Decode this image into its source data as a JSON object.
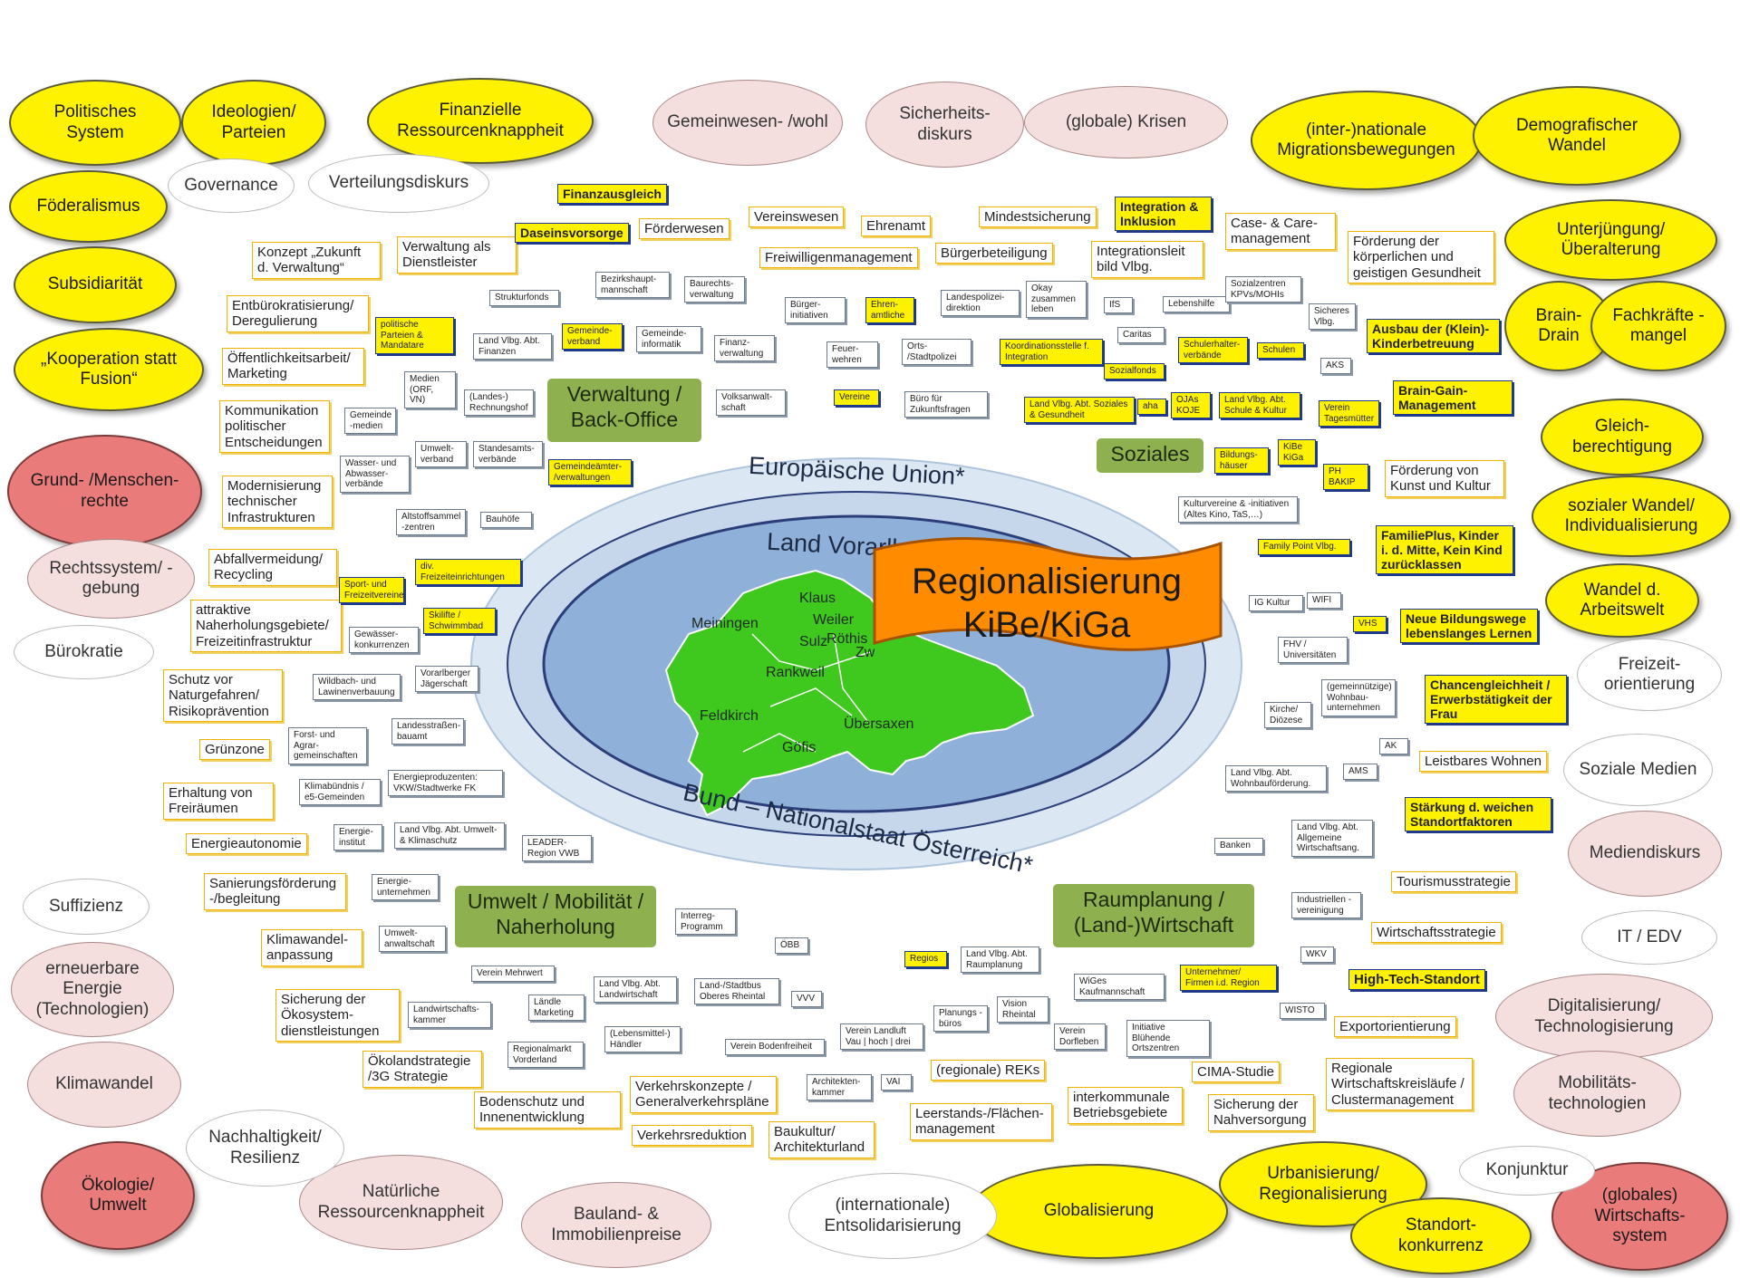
{
  "center": {
    "title_line1": "Regionalisierung",
    "title_line2": "KiBe/KiGa"
  },
  "rings": {
    "outer": "Europäische Union*",
    "middle": "Land Vorarlberg*",
    "bottom": "Bund – Nationalstaat Österreich*"
  },
  "towns": [
    "Klaus",
    "Weiler",
    "Meiningen",
    "Sulz",
    "Röthis",
    "Zw",
    "Rankweil",
    "Feldkirch",
    "Göfis",
    "Übersaxen"
  ],
  "sectors": {
    "verwaltung": "Verwaltung / Back-Office",
    "soziales": "Soziales",
    "umwelt": "Umwelt / Mobilität / Naherholung",
    "raumplanung": "Raumplanung / (Land-)Wirtschaft"
  },
  "clouds": {
    "politisches_system": "Politisches System",
    "ideologien": "Ideologien/ Parteien",
    "finanzielle": "Finanzielle Ressourcenknappheit",
    "gemeinwesen": "Gemeinwesen- /wohl",
    "sicherheit": "Sicherheits- diskurs",
    "krisen": "(globale) Krisen",
    "migration": "(inter-)nationale Migrationsbewegungen",
    "demografie": "Demografischer Wandel",
    "governance": "Governance",
    "verteilung": "Verteilungsdiskurs",
    "foederalismus": "Föderalismus",
    "subsidiaritaet": "Subsidiarität",
    "kooperation": "„Kooperation statt Fusion“",
    "unterjuengung": "Unterjüngung/ Überalterung",
    "brain_drain": "Brain- Drain",
    "fachkraefte": "Fachkräfte -mangel",
    "menschenrechte": "Grund- /Menschen- rechte",
    "rechtssystem": "Rechtssystem/ -gebung",
    "buerokratie": "Bürokratie",
    "gleichberechtigung": "Gleich- berechtigung",
    "sozialer_wandel": "sozialer Wandel/ Individualisierung",
    "arbeitswelt": "Wandel d. Arbeitswelt",
    "freizeit": "Freizeit- orientierung",
    "soziale_medien": "Soziale Medien",
    "mediendiskurs": "Mediendiskurs",
    "it_edv": "IT / EDV",
    "suffizienz": "Suffizienz",
    "erneuerbare": "erneuerbare Energie (Technologien)",
    "klimawandel": "Klimawandel",
    "nachhaltigkeit": "Nachhaltigkeit/ Resilienz",
    "oekologie": "Ökologie/ Umwelt",
    "natuerliche": "Natürliche Ressourcenknappheit",
    "bauland": "Bauland- & Immobilienpreise",
    "entsolidarisierung": "(internationale) Entsolidarisierung",
    "globalisierung": "Globalisierung",
    "urbanisierung": "Urbanisierung/ Regionalisierung",
    "standort": "Standort- konkurrenz",
    "konjunktur": "Konjunktur",
    "wirtschaftssystem": "(globales) Wirtschafts- system",
    "digitalisierung": "Digitalisierung/ Technologisierung",
    "mobilitaet": "Mobilitäts- technologien"
  },
  "tags_left": {
    "konzept": "Konzept „Zukunft d. Verwaltung“",
    "dienstleister": "Verwaltung als Dienstleister",
    "entbuerokratisierung": "Entbürokratisierung/ Deregulierung",
    "oeffentlichkeit": "Öffentlichkeitsarbeit/ Marketing",
    "kommunikation": "Kommunikation politischer Entscheidungen",
    "modernisierung": "Modernisierung technischer Infrastrukturen",
    "abfall": "Abfallvermeidung/ Recycling",
    "naherholung": "attraktive Naherholungsgebiete/ Freizeitinfrastruktur",
    "naturgefahren": "Schutz vor Naturgefahren/ Risikoprävention",
    "gruenzone": "Grünzone",
    "freiraeume": "Erhaltung von Freiräumen",
    "energieautonomie": "Energieautonomie",
    "sanierung": "Sanierungsförderung -/begleitung",
    "klimaanpassung": "Klimawandel- anpassung",
    "oekosystem": "Sicherung der Ökosystem- dienstleistungen",
    "oekoland": "Ökolandstrategie /3G Strategie",
    "bodenschutz": "Bodenschutz und Innenentwicklung",
    "verkehrskonzepte": "Verkehrskonzepte / Generalverkehrspläne",
    "verkehrsreduktion": "Verkehrsreduktion",
    "baukultur": "Baukultur/ Architekturland",
    "foerderwesen": "Förderwesen",
    "vereinswesen": "Vereinswesen",
    "ehrenamt": "Ehrenamt",
    "freiwilligen": "Freiwilligenmanagement",
    "mindestsicherung": "Mindestsicherung",
    "buergerbeteiligung": "Bürgerbeteiligung"
  },
  "tags_highlight": {
    "finanzausgleich": "Finanzausgleich",
    "daseinsvorsorge": "Daseinsvorsorge",
    "integration": "Integration & Inklusion",
    "kinderbetreuung": "Ausbau der (Klein)- Kinderbetreuung",
    "brain_gain": "Brain-Gain- Management",
    "familieplus": "FamiliePlus, Kinder i. d. Mitte, Kein Kind zurücklassen",
    "bildungswege": "Neue Bildungswege lebenslanges Lernen",
    "chancengleichheit": "Chancengleichheit / Erwerbstätigkeit der Frau",
    "staerkung": "Stärkung d. weichen Standortfaktoren",
    "hightech": "High-Tech-Standort"
  },
  "tags_right": {
    "case_care": "Case- & Care- management",
    "integrationsleitbild": "Integrationsleit bild Vlbg.",
    "gesundheit": "Förderung der körperlichen und geistigen Gesundheit",
    "kunst": "Förderung von Kunst und Kultur",
    "wohnen": "Leistbares Wohnen",
    "tourismus": "Tourismusstrategie",
    "wirtschaftsstrategie": "Wirtschaftsstrategie",
    "export": "Exportorientierung",
    "kreislauf": "Regionale Wirtschaftskreisläufe / Clustermanagement",
    "cima": "CIMA-Studie",
    "nahversorgung": "Sicherung der Nahversorgung",
    "betriebsgebiete": "interkommunale Betriebsgebiete",
    "leerstand": "Leerstands-/Flächen- management",
    "reks": "(regionale) REKs"
  },
  "actors": {
    "strukturfonds": "Strukturfonds",
    "bezirkshaupt": "Bezirkshaupt- mannschaft",
    "baurecht": "Baurechts- verwaltung",
    "buergerinitiativen": "Bürger- initiativen",
    "ehrenamtliche": "Ehren- amtliche",
    "landespolizei": "Landespolizei- direktion",
    "okay": "Okay zusammen leben",
    "ifs": "IfS",
    "lebenshilfe": "Lebenshilfe",
    "sozialzentren": "Sozialzentren KPVs/MOHIs",
    "sicheres": "Sicheres Vlbg.",
    "parteien": "politische Parteien & Mandatare",
    "lvfinanzen": "Land Vlbg. Abt. Finanzen",
    "gemeindeverband": "Gemeinde- verband",
    "gemeindeinfo": "Gemeinde- informatik",
    "finanzverwaltung": "Finanz- verwaltung",
    "feuerwehren": "Feuer- wehren",
    "ortspolizei": "Orts- /Stadtpolizei",
    "koordination": "Koordinationsstelle f. Integration",
    "caritas": "Caritas",
    "schulerhalter": "Schulerhalter- verbände",
    "schulen": "Schulen",
    "aks": "AKS",
    "medien": "Medien (ORF, VN)",
    "rechnungshof": "(Landes-) Rechnungshof",
    "vereine": "Vereine",
    "volksanwalt": "Volksanwalt- schaft",
    "zukunftsfragen": "Büro für Zukunftsfragen",
    "sozialfonds": "Sozialfonds",
    "lvsoziales": "Land Vlbg. Abt. Soziales & Gesundheit",
    "aha": "aha",
    "ojas": "OJAs KOJE",
    "lvschule": "Land Vlbg. Abt. Schule & Kultur",
    "tagesmuetter": "Verein Tagesmütter",
    "gemeindemedien": "Gemeinde -medien",
    "umweltverband": "Umwelt- verband",
    "standesamt": "Standesamts- verbände",
    "gemeindeaemter": "Gemeindeämter- /verwaltungen",
    "bildungshaeuser": "Bildungs- häuser",
    "kibe_kiga": "KiBe KiGa",
    "ph_bakip": "PH BAKIP",
    "wasser": "Wasser- und Abwasser- verbände",
    "altstoff": "Altstoffsammel -zentren",
    "bauhoefe": "Bauhöfe",
    "kulturvereine": "Kulturvereine & -initiativen (Altes Kino, TaS,…)",
    "familypoint": "Family Point Vlbg.",
    "sportvereine": "Sport- und Freizeitvereine",
    "freizeiteinrichtungen": "div. Freizeiteinrichtungen",
    "skilifte": "Skilifte / Schwimmbad",
    "gewaesser": "Gewässer- konkurrenzen",
    "ig_kultur": "IG Kultur",
    "wifi": "WIFI",
    "vhs": "VHS",
    "fhv": "FHV / Universitäten",
    "wildbach": "Wildbach- und Lawinenverbauung",
    "jaegerschaft": "Vorarlberger Jägerschaft",
    "kirche": "Kirche/ Diözese",
    "wohnbau": "(gemeinnützige) Wohnbau- unternehmen",
    "agrargemeinschaften": "Forst- und Agrar- gemeinschaften",
    "landesstrassen": "Landesstraßen- bauamt",
    "ak": "AK",
    "ams": "AMS",
    "klimabuendnis": "Klimabündnis / e5-Gemeinden",
    "energieproduzenten": "Energieproduzenten: VKW/Stadtwerke FK",
    "lvwohnbau": "Land Vlbg. Abt. Wohnbauförderung.",
    "energieinstitut": "Energie- institut",
    "lvumwelt": "Land Vlbg. Abt. Umwelt- & Klimaschutz",
    "leader": "LEADER- Region VWB",
    "banken": "Banken",
    "lvwirtschaft": "Land Vlbg. Abt. Allgemeine Wirtschaftsang.",
    "energieunternehmen": "Energie- unternehmen",
    "umweltanwalt": "Umwelt- anwaltschaft",
    "interreg": "Interreg- Programm",
    "industriellen": "Industriellen -vereinigung",
    "oebb": "ÖBB",
    "regios": "Regios",
    "lvraumplanung": "Land Vlbg. Abt. Raumplanung",
    "unternehmer": "Unternehmer/ Firmen i.d. Region",
    "wkv": "WKV",
    "mehrwert": "Verein Mehrwert",
    "laendle": "Ländle Marketing",
    "lvlandwirtschaft": "Land Vlbg. Abt. Landwirtschaft",
    "stadtbus": "Land-/Stadtbus Oberes Rheintal",
    "vvv": "VVV",
    "wiges": "WiGes Kaufmannschaft",
    "wisto": "WISTO",
    "landwirtschaftskammer": "Landwirtschafts- kammer",
    "haendler": "(Lebensmittel-) Händler",
    "planungsbueros": "Planungs -büros",
    "vision": "Vision Rheintal",
    "dorfleben": "Verein Dorfleben",
    "ortszentren": "Initiative Blühende Ortszentren",
    "regionalmarkt": "Regionalmarkt Vorderland",
    "bodenfreiheit": "Verein Bodenfreiheit",
    "landluft": "Verein Landluft Vau | hoch | drei",
    "architektenkammer": "Architekten- kammer",
    "vai": "VAI"
  },
  "colors": {
    "yellow_cloud": "#fff200",
    "red_cloud": "#ea7b7b",
    "pink_cloud": "#f4dede",
    "sector_green": "#8fb04f",
    "map_green": "#3fc81e",
    "banner_orange": "#ff8c00",
    "ellipse_outer": "#dbe7f3",
    "ellipse_inner": "#8fb0d8"
  }
}
